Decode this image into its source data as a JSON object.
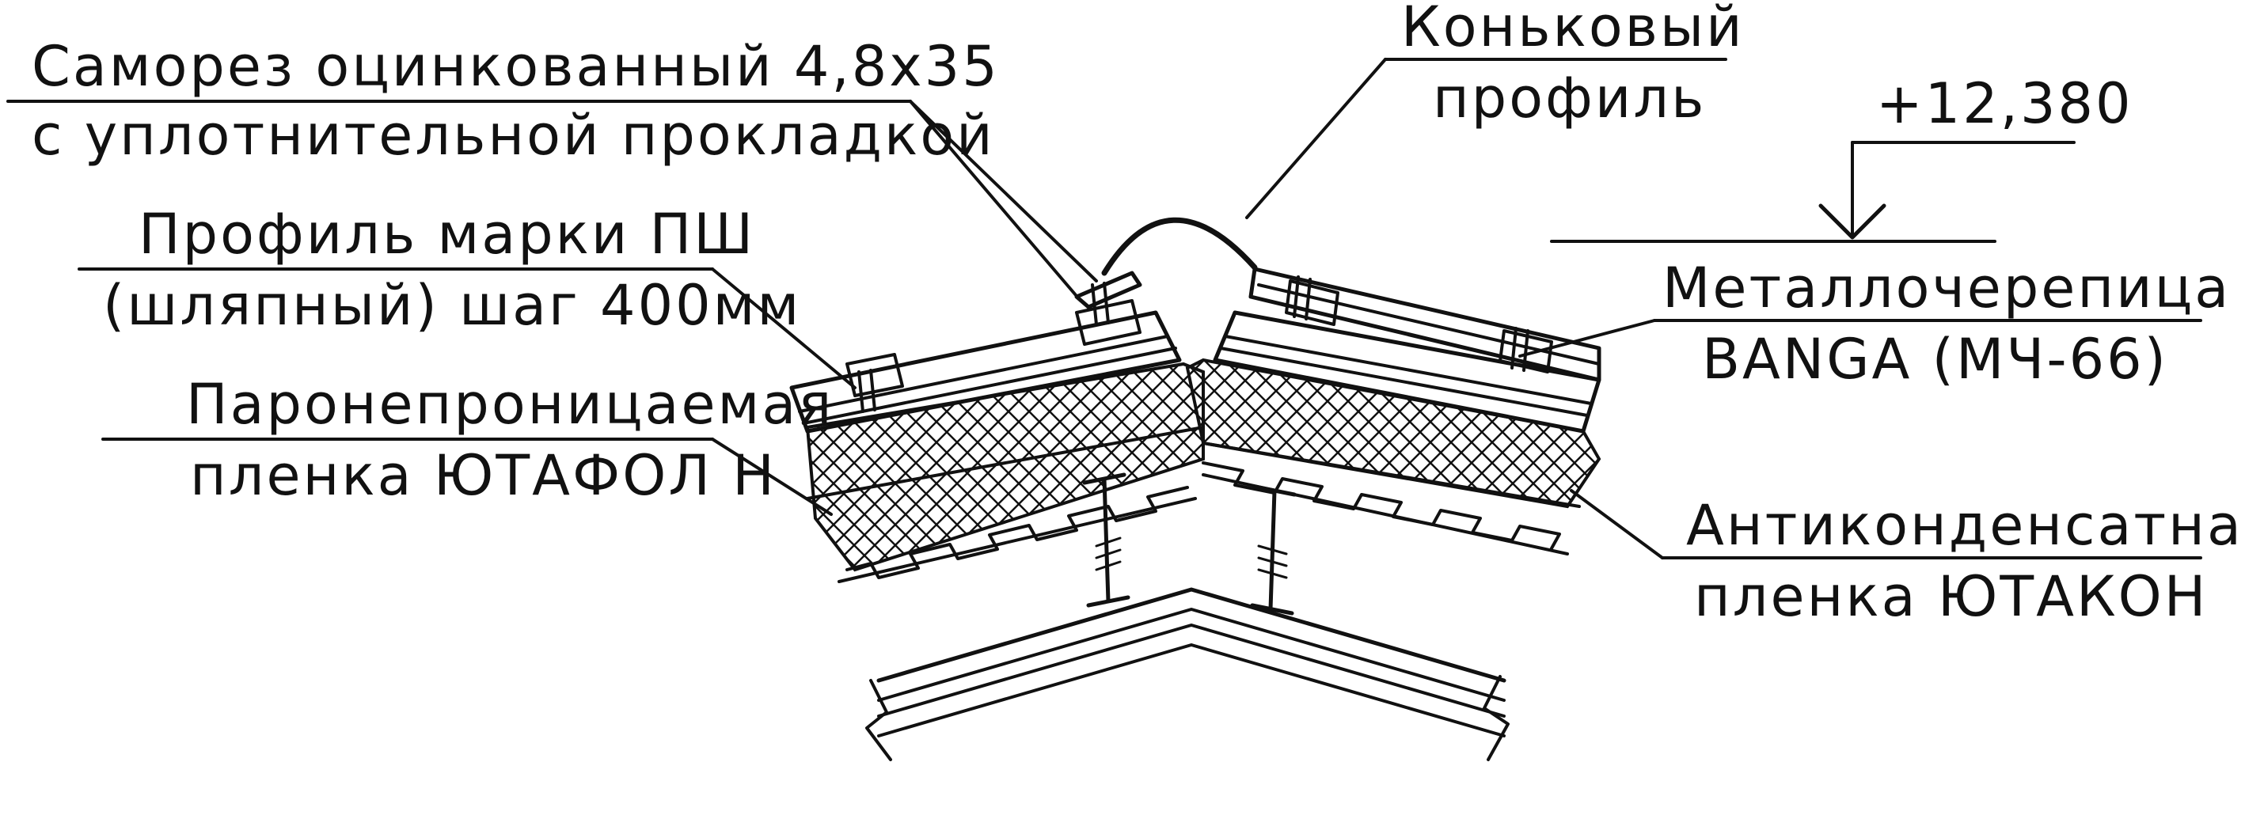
{
  "drawing": {
    "colors": {
      "ink": "#111111",
      "paper": "#ffffff"
    },
    "labels": {
      "screw_line1": "Саморез оцинкованный 4,8х35",
      "screw_line2": "с уплотнительной прокладкой",
      "ridge_line1": "Коньковый",
      "ridge_line2": "профиль",
      "elevation": "+12,380",
      "hat_line1": "Профиль марки ПШ",
      "hat_line2": "(шляпный) шаг 400мм",
      "tile_line1": "Металлочерепица",
      "tile_line2": "BANGA (МЧ-66)",
      "vapor_line1": "Паронепроницаемая",
      "vapor_line2": "пленка ЮТАФОЛ Н",
      "anticond_line1": "Антиконденсатная",
      "anticond_line2": "пленка ЮТАКОН"
    }
  }
}
